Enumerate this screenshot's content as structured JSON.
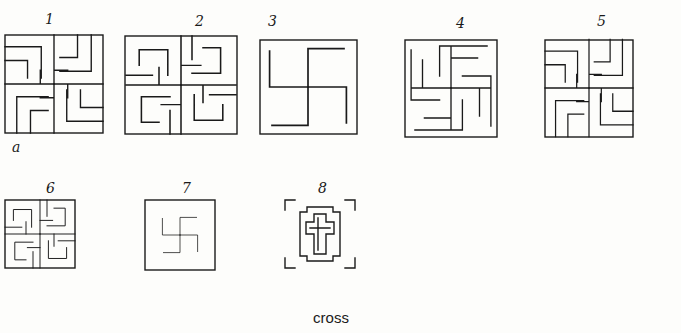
{
  "diagram": {
    "caption": "cross",
    "labels": [
      "1",
      "2",
      "3",
      "4",
      "5",
      "a",
      "6",
      "7",
      "8"
    ]
  }
}
